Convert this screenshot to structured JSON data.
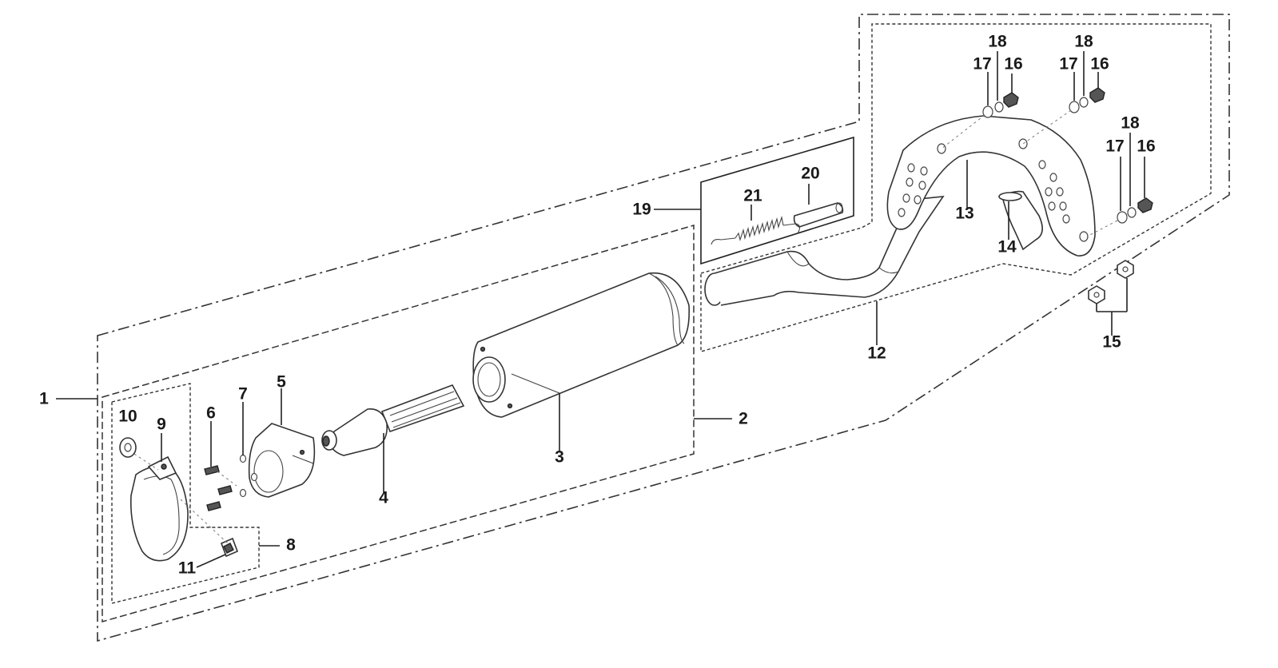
{
  "callouts": [
    {
      "id": "1",
      "label": "1"
    },
    {
      "id": "2",
      "label": "2"
    },
    {
      "id": "3",
      "label": "3"
    },
    {
      "id": "4",
      "label": "4"
    },
    {
      "id": "5",
      "label": "5"
    },
    {
      "id": "6",
      "label": "6"
    },
    {
      "id": "7",
      "label": "7"
    },
    {
      "id": "8",
      "label": "8"
    },
    {
      "id": "9",
      "label": "9"
    },
    {
      "id": "10",
      "label": "10"
    },
    {
      "id": "11",
      "label": "11"
    },
    {
      "id": "12",
      "label": "12"
    },
    {
      "id": "13",
      "label": "13"
    },
    {
      "id": "14",
      "label": "14"
    },
    {
      "id": "15",
      "label": "15"
    },
    {
      "id": "16a",
      "label": "16"
    },
    {
      "id": "16b",
      "label": "16"
    },
    {
      "id": "16c",
      "label": "16"
    },
    {
      "id": "17a",
      "label": "17"
    },
    {
      "id": "17b",
      "label": "17"
    },
    {
      "id": "17c",
      "label": "17"
    },
    {
      "id": "18a",
      "label": "18"
    },
    {
      "id": "18b",
      "label": "18"
    },
    {
      "id": "18c",
      "label": "18"
    },
    {
      "id": "19",
      "label": "19"
    },
    {
      "id": "20",
      "label": "20"
    },
    {
      "id": "21",
      "label": "21"
    }
  ],
  "parts": {
    "muffler_body": "muffler-body",
    "spark_arrester_screen": "spark-arrester-screen",
    "end_cap": "end-cap",
    "clamp": "clamp",
    "header_pipe": "header-pipe",
    "heat_shield": "heat-shield",
    "gasket": "gasket",
    "spring": "spring",
    "sleeve": "sleeve"
  }
}
